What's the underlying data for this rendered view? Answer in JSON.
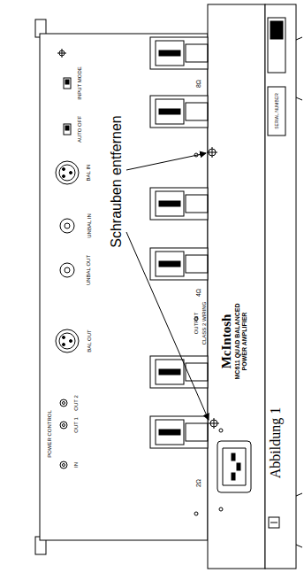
{
  "diagram": {
    "caption": "Abbildung 1",
    "labels": [
      "Schrauben entfernen",
      "McIntosh",
      "MC611 QUAD BALANCED",
      "POWER AMPLIFIER",
      "8Ω",
      "4Ω",
      "OUTPUT",
      "CLASS 2 WIRING",
      "2Ω",
      "INPUT MODE",
      "AUTO OFF",
      "BAL IN",
      "UNBAL IN",
      "UNBAL OUT",
      "BAL OUT",
      "POWER CONTROL",
      "IN",
      "OUT 1",
      "OUT 2",
      "SERIAL NUMBER"
    ]
  }
}
